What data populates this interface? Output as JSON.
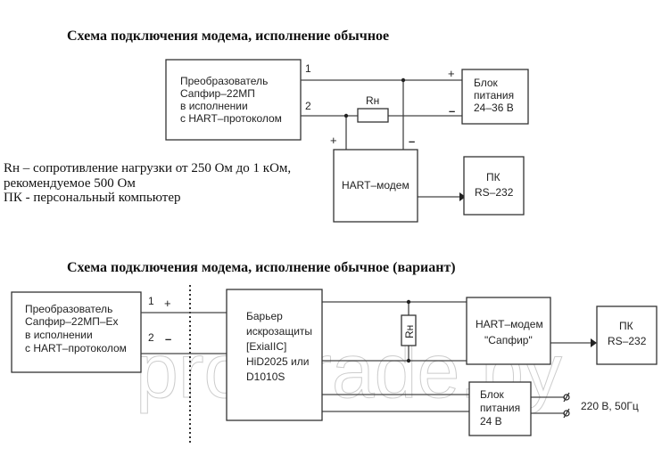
{
  "diagram1": {
    "title": "Схема подключения модема, исполнение обычное",
    "converter": {
      "lines": [
        "Преобразователь",
        "Сапфир–22МП",
        "в исполнении",
        "с HART–протоколом"
      ]
    },
    "terminal_1": "1",
    "terminal_2": "2",
    "resistor_label": "Rн",
    "power_supply": {
      "lines": [
        "Блок",
        "питания",
        "24–36 В"
      ],
      "plus": "+",
      "minus": "–"
    },
    "modem": {
      "label": "HART–модем",
      "plus": "+",
      "minus": "–"
    },
    "pc": {
      "lines": [
        "ПК",
        "RS–232"
      ]
    },
    "notes": [
      "Rн – сопротивление нагрузки от 250 Ом до 1 кОм,",
      "рекомендуемое 500 Ом",
      "ПК - персональный компьютер"
    ]
  },
  "diagram2": {
    "title": "Схема подключения модема, исполнение обычное (вариант)",
    "converter": {
      "lines": [
        "Преобразователь",
        "Сапфир–22МП–Ех",
        "в исполнении",
        "с HART–протоколом"
      ]
    },
    "terminal_1": "1",
    "terminal_2": "2",
    "plus": "+",
    "minus": "–",
    "barrier": {
      "lines": [
        "Барьер",
        "искрозащиты",
        "[ExiaIIC]",
        "HiD2025 или",
        "D1010S"
      ]
    },
    "resistor_label": "Rн",
    "modem": {
      "lines": [
        "HART–модем",
        "\"Сапфир\""
      ]
    },
    "pc": {
      "lines": [
        "ПК",
        "RS–232"
      ]
    },
    "power_supply": {
      "lines": [
        "Блок",
        "питания",
        "24 В"
      ]
    },
    "mains_label": "220 В, 50Гц"
  },
  "watermark": "profitrade.by"
}
